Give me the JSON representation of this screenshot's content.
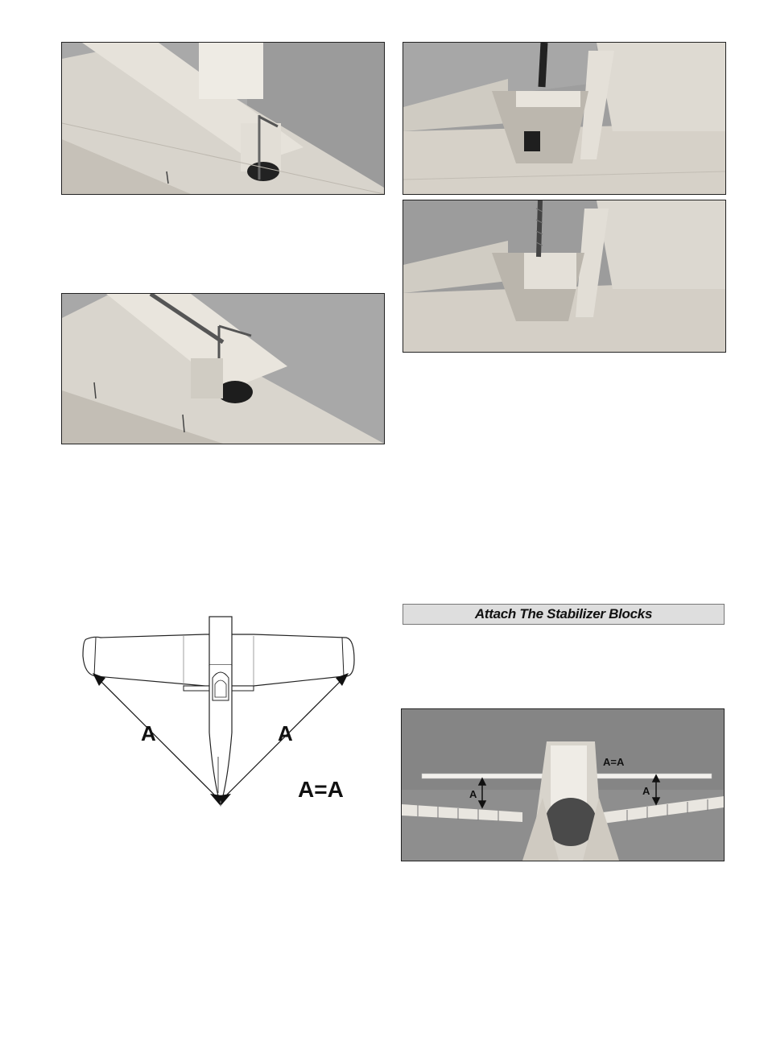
{
  "section_banner": {
    "title": "Attach The Stabilizer Blocks"
  },
  "diagram": {
    "left_label": "A",
    "right_label": "A",
    "equation": "A=A"
  },
  "photo_stab": {
    "top_label": "A=A",
    "left_label": "A",
    "right_label": "A"
  }
}
